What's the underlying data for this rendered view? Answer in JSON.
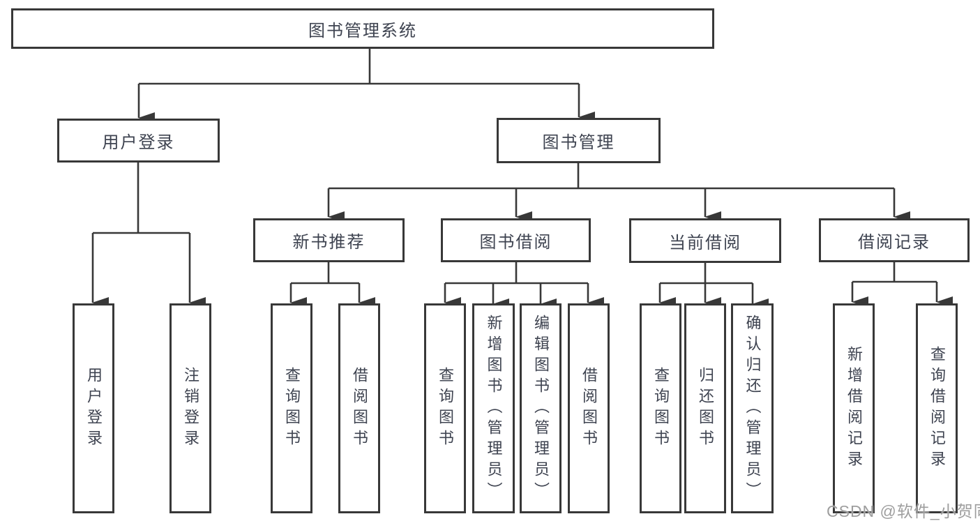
{
  "nodes": {
    "root": "图书管理系统",
    "user_login": "用户登录",
    "book_mgmt": "图书管理",
    "new_book_rec": "新书推荐",
    "book_borrow": "图书借阅",
    "current_borrow": "当前借阅",
    "borrow_records": "借阅记录",
    "ul_login": "用户登录",
    "ul_logout": "注销登录",
    "nb_query": "查询图书",
    "nb_borrow": "借阅图书",
    "bb_query": "查询图书",
    "bb_add": "新增图书（管理员）",
    "bb_edit": "编辑图书（管理员）",
    "bb_borrow": "借阅图书",
    "cb_query": "查询图书",
    "cb_return": "归还图书",
    "cb_confirm": "确认归还（管理员）",
    "br_add": "新增借阅记录",
    "br_query": "查询借阅记录"
  },
  "watermark": "CSDN @软件_小贺同学",
  "colors": {
    "line": "#383838",
    "text": "#3e4350",
    "watermark": "#9e9e9e",
    "background": "#ffffff"
  }
}
